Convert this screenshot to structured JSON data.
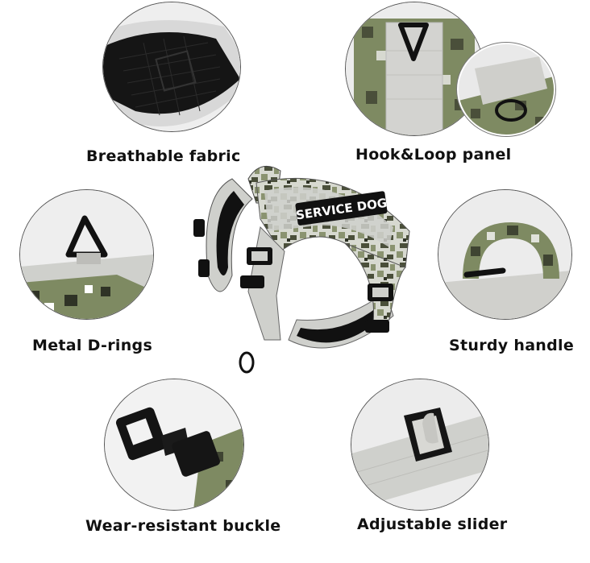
{
  "features": [
    {
      "id": "breathable",
      "label": "Breathable fabric"
    },
    {
      "id": "hookloop",
      "label": "Hook&Loop panel"
    },
    {
      "id": "drings",
      "label": "Metal D-rings"
    },
    {
      "id": "handle",
      "label": "Sturdy handle"
    },
    {
      "id": "buckle",
      "label": "Wear-resistant buckle"
    },
    {
      "id": "slider",
      "label": "Adjustable slider"
    }
  ],
  "patch": {
    "text": "SERVICE DOG"
  },
  "colors": {
    "camo_dark": "#4a4f3a",
    "camo_mid": "#8a9370",
    "camo_light": "#d7d9d0",
    "fabric_grey": "#cfd0cc",
    "black": "#111111"
  }
}
